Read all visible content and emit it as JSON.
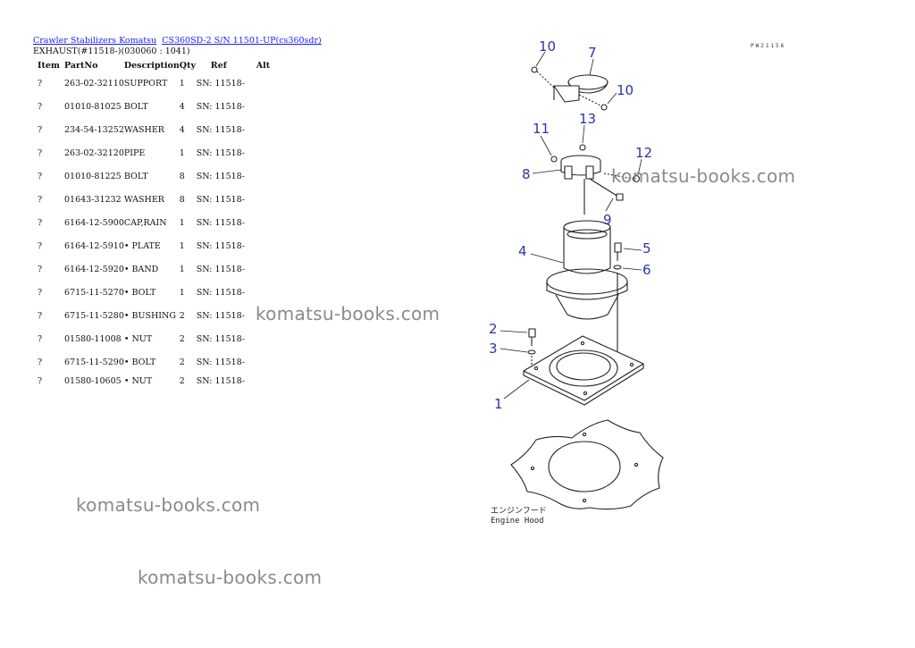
{
  "breadcrumb": {
    "link1": "Crawler Stabilizers Komatsu",
    "link2": "CS360SD-2 S/N 11501-UP(cs360sdr)"
  },
  "subtitle": "EXHAUST(#11518-)(030060 : 1041)",
  "table": {
    "headers": [
      "Item",
      "PartNo",
      "Description",
      "Qty",
      "Ref",
      "Alt"
    ],
    "rows": [
      {
        "item": "?",
        "part": "263-02-32110",
        "desc": "SUPPORT",
        "qty": "1",
        "ref": "SN: 11518-"
      },
      {
        "item": "?",
        "part": "01010-81025",
        "desc": "BOLT",
        "qty": "4",
        "ref": "SN: 11518-"
      },
      {
        "item": "?",
        "part": "234-54-13252",
        "desc": "WASHER",
        "qty": "4",
        "ref": "SN: 11518-"
      },
      {
        "item": "?",
        "part": "263-02-32120",
        "desc": "PIPE",
        "qty": "1",
        "ref": "SN: 11518-"
      },
      {
        "item": "?",
        "part": "01010-81225",
        "desc": "BOLT",
        "qty": "8",
        "ref": "SN: 11518-"
      },
      {
        "item": "?",
        "part": "01643-31232",
        "desc": "WASHER",
        "qty": "8",
        "ref": "SN: 11518-"
      },
      {
        "item": "?",
        "part": "6164-12-5900",
        "desc": "CAP,RAIN",
        "qty": "1",
        "ref": "SN: 11518-"
      },
      {
        "item": "?",
        "part": "6164-12-5910",
        "desc": "• PLATE",
        "qty": "1",
        "ref": "SN: 11518-"
      },
      {
        "item": "?",
        "part": "6164-12-5920",
        "desc": "• BAND",
        "qty": "1",
        "ref": "SN: 11518-"
      },
      {
        "item": "?",
        "part": "6715-11-5270",
        "desc": "• BOLT",
        "qty": "1",
        "ref": "SN: 11518-"
      },
      {
        "item": "?",
        "part": "6715-11-5280",
        "desc": "• BUSHING",
        "qty": "2",
        "ref": "SN: 11518-"
      },
      {
        "item": "?",
        "part": "01580-11008",
        "desc": "• NUT",
        "qty": "2",
        "ref": "SN: 11518-"
      },
      {
        "item": "?",
        "part": "6715-11-5290",
        "desc": "• BOLT",
        "qty": "2",
        "ref": "SN: 11518-"
      },
      {
        "item": "?",
        "part": "01580-10605",
        "desc": "• NUT",
        "qty": "2",
        "ref": "SN: 11518-"
      }
    ]
  },
  "watermark_text": "komatsu-books.com",
  "page_code": "PW21156",
  "diagram": {
    "callouts": [
      "10",
      "7",
      "10",
      "13",
      "11",
      "12",
      "8",
      "9",
      "4",
      "5",
      "6",
      "2",
      "3",
      "1"
    ],
    "hood_label_jp": "エンジンフード",
    "hood_label_en": "Engine Hood"
  },
  "colors": {
    "link": "#1a1aff",
    "callout": "#2a35a8",
    "watermark": "#8a8a8a"
  }
}
